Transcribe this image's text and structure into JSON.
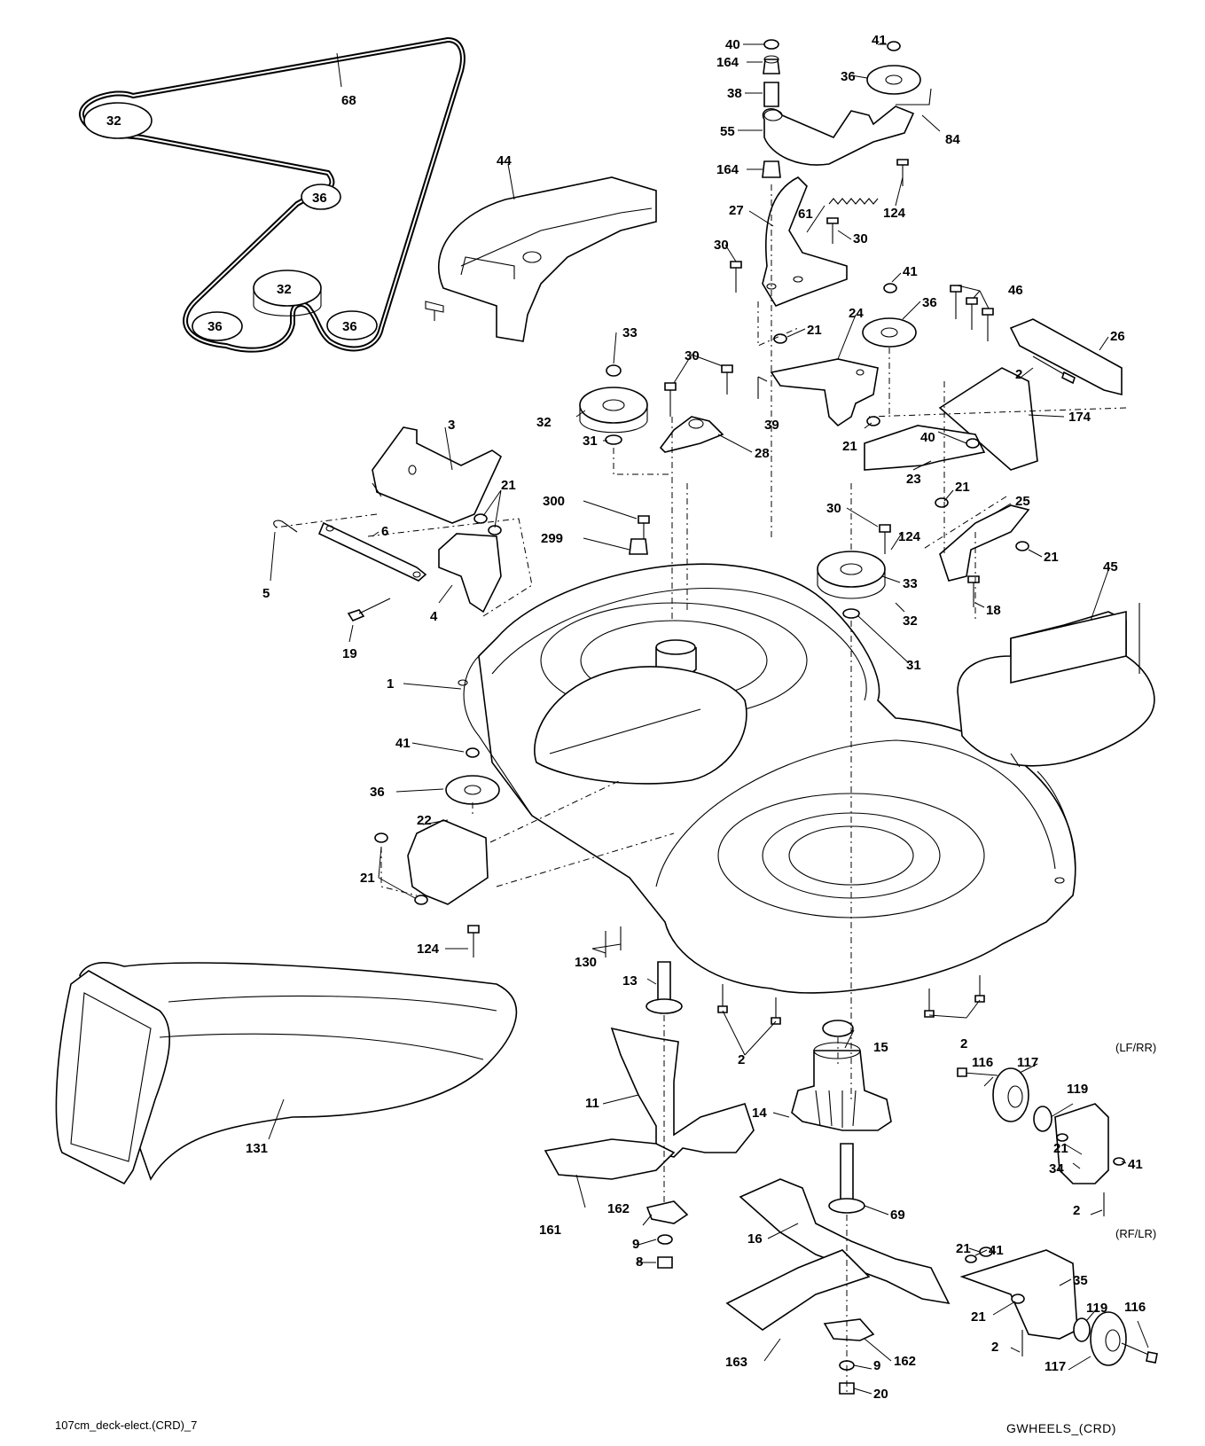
{
  "diagram": {
    "reference_left": "107cm_deck-elect.(CRD)_7",
    "reference_right": "GWHEELS_(CRD)",
    "notes": {
      "lf_rr": "(LF/RR)",
      "rf_lr": "(RF/LR)"
    },
    "callouts": [
      {
        "id": "c1",
        "text": "1"
      },
      {
        "id": "c2a",
        "text": "2"
      },
      {
        "id": "c2b",
        "text": "2"
      },
      {
        "id": "c2c",
        "text": "2"
      },
      {
        "id": "c2d",
        "text": "2"
      },
      {
        "id": "c2e",
        "text": "2"
      },
      {
        "id": "c3",
        "text": "3"
      },
      {
        "id": "c4",
        "text": "4"
      },
      {
        "id": "c5",
        "text": "5"
      },
      {
        "id": "c6",
        "text": "6"
      },
      {
        "id": "c8",
        "text": "8"
      },
      {
        "id": "c9a",
        "text": "9"
      },
      {
        "id": "c9b",
        "text": "9"
      },
      {
        "id": "c11",
        "text": "11"
      },
      {
        "id": "c13",
        "text": "13"
      },
      {
        "id": "c14",
        "text": "14"
      },
      {
        "id": "c15",
        "text": "15"
      },
      {
        "id": "c16",
        "text": "16"
      },
      {
        "id": "c18",
        "text": "18"
      },
      {
        "id": "c19",
        "text": "19"
      },
      {
        "id": "c20",
        "text": "20"
      },
      {
        "id": "c21a",
        "text": "21"
      },
      {
        "id": "c21b",
        "text": "21"
      },
      {
        "id": "c21c",
        "text": "21"
      },
      {
        "id": "c21d",
        "text": "21"
      },
      {
        "id": "c21e",
        "text": "21"
      },
      {
        "id": "c21f",
        "text": "21"
      },
      {
        "id": "c21g",
        "text": "21"
      },
      {
        "id": "c21h",
        "text": "21"
      },
      {
        "id": "c21i",
        "text": "21"
      },
      {
        "id": "c22",
        "text": "22"
      },
      {
        "id": "c23",
        "text": "23"
      },
      {
        "id": "c24",
        "text": "24"
      },
      {
        "id": "c25",
        "text": "25"
      },
      {
        "id": "c26",
        "text": "26"
      },
      {
        "id": "c27",
        "text": "27"
      },
      {
        "id": "c28",
        "text": "28"
      },
      {
        "id": "c30a",
        "text": "30"
      },
      {
        "id": "c30b",
        "text": "30"
      },
      {
        "id": "c30c",
        "text": "30"
      },
      {
        "id": "c30d",
        "text": "30"
      },
      {
        "id": "c31a",
        "text": "31"
      },
      {
        "id": "c31b",
        "text": "31"
      },
      {
        "id": "c32a",
        "text": "32"
      },
      {
        "id": "c32b",
        "text": "32"
      },
      {
        "id": "c33a",
        "text": "33"
      },
      {
        "id": "c33b",
        "text": "33"
      },
      {
        "id": "c34",
        "text": "34"
      },
      {
        "id": "c35",
        "text": "35"
      },
      {
        "id": "c36a",
        "text": "36"
      },
      {
        "id": "c36b",
        "text": "36"
      },
      {
        "id": "c36c",
        "text": "36"
      },
      {
        "id": "c38",
        "text": "38"
      },
      {
        "id": "c39",
        "text": "39"
      },
      {
        "id": "c40a",
        "text": "40"
      },
      {
        "id": "c40b",
        "text": "40"
      },
      {
        "id": "c41a",
        "text": "41"
      },
      {
        "id": "c41b",
        "text": "41"
      },
      {
        "id": "c41c",
        "text": "41"
      },
      {
        "id": "c41d",
        "text": "41"
      },
      {
        "id": "c41e",
        "text": "41"
      },
      {
        "id": "c44",
        "text": "44"
      },
      {
        "id": "c45",
        "text": "45"
      },
      {
        "id": "c46",
        "text": "46"
      },
      {
        "id": "c55",
        "text": "55"
      },
      {
        "id": "c61",
        "text": "61"
      },
      {
        "id": "c68",
        "text": "68"
      },
      {
        "id": "c69",
        "text": "69"
      },
      {
        "id": "c84",
        "text": "84"
      },
      {
        "id": "c116a",
        "text": "116"
      },
      {
        "id": "c116b",
        "text": "116"
      },
      {
        "id": "c117a",
        "text": "117"
      },
      {
        "id": "c117b",
        "text": "117"
      },
      {
        "id": "c119a",
        "text": "119"
      },
      {
        "id": "c119b",
        "text": "119"
      },
      {
        "id": "c124a",
        "text": "124"
      },
      {
        "id": "c124b",
        "text": "124"
      },
      {
        "id": "c124c",
        "text": "124"
      },
      {
        "id": "c130",
        "text": "130"
      },
      {
        "id": "c131",
        "text": "131"
      },
      {
        "id": "c161",
        "text": "161"
      },
      {
        "id": "c162a",
        "text": "162"
      },
      {
        "id": "c162b",
        "text": "162"
      },
      {
        "id": "c163",
        "text": "163"
      },
      {
        "id": "c164a",
        "text": "164"
      },
      {
        "id": "c164b",
        "text": "164"
      },
      {
        "id": "c174",
        "text": "174"
      },
      {
        "id": "c299",
        "text": "299"
      },
      {
        "id": "c300",
        "text": "300"
      }
    ],
    "belt_labels": [
      {
        "id": "b32a",
        "text": "32"
      },
      {
        "id": "b36a",
        "text": "36"
      },
      {
        "id": "b32b",
        "text": "32"
      },
      {
        "id": "b36b",
        "text": "36"
      },
      {
        "id": "b36c",
        "text": "36"
      }
    ]
  }
}
